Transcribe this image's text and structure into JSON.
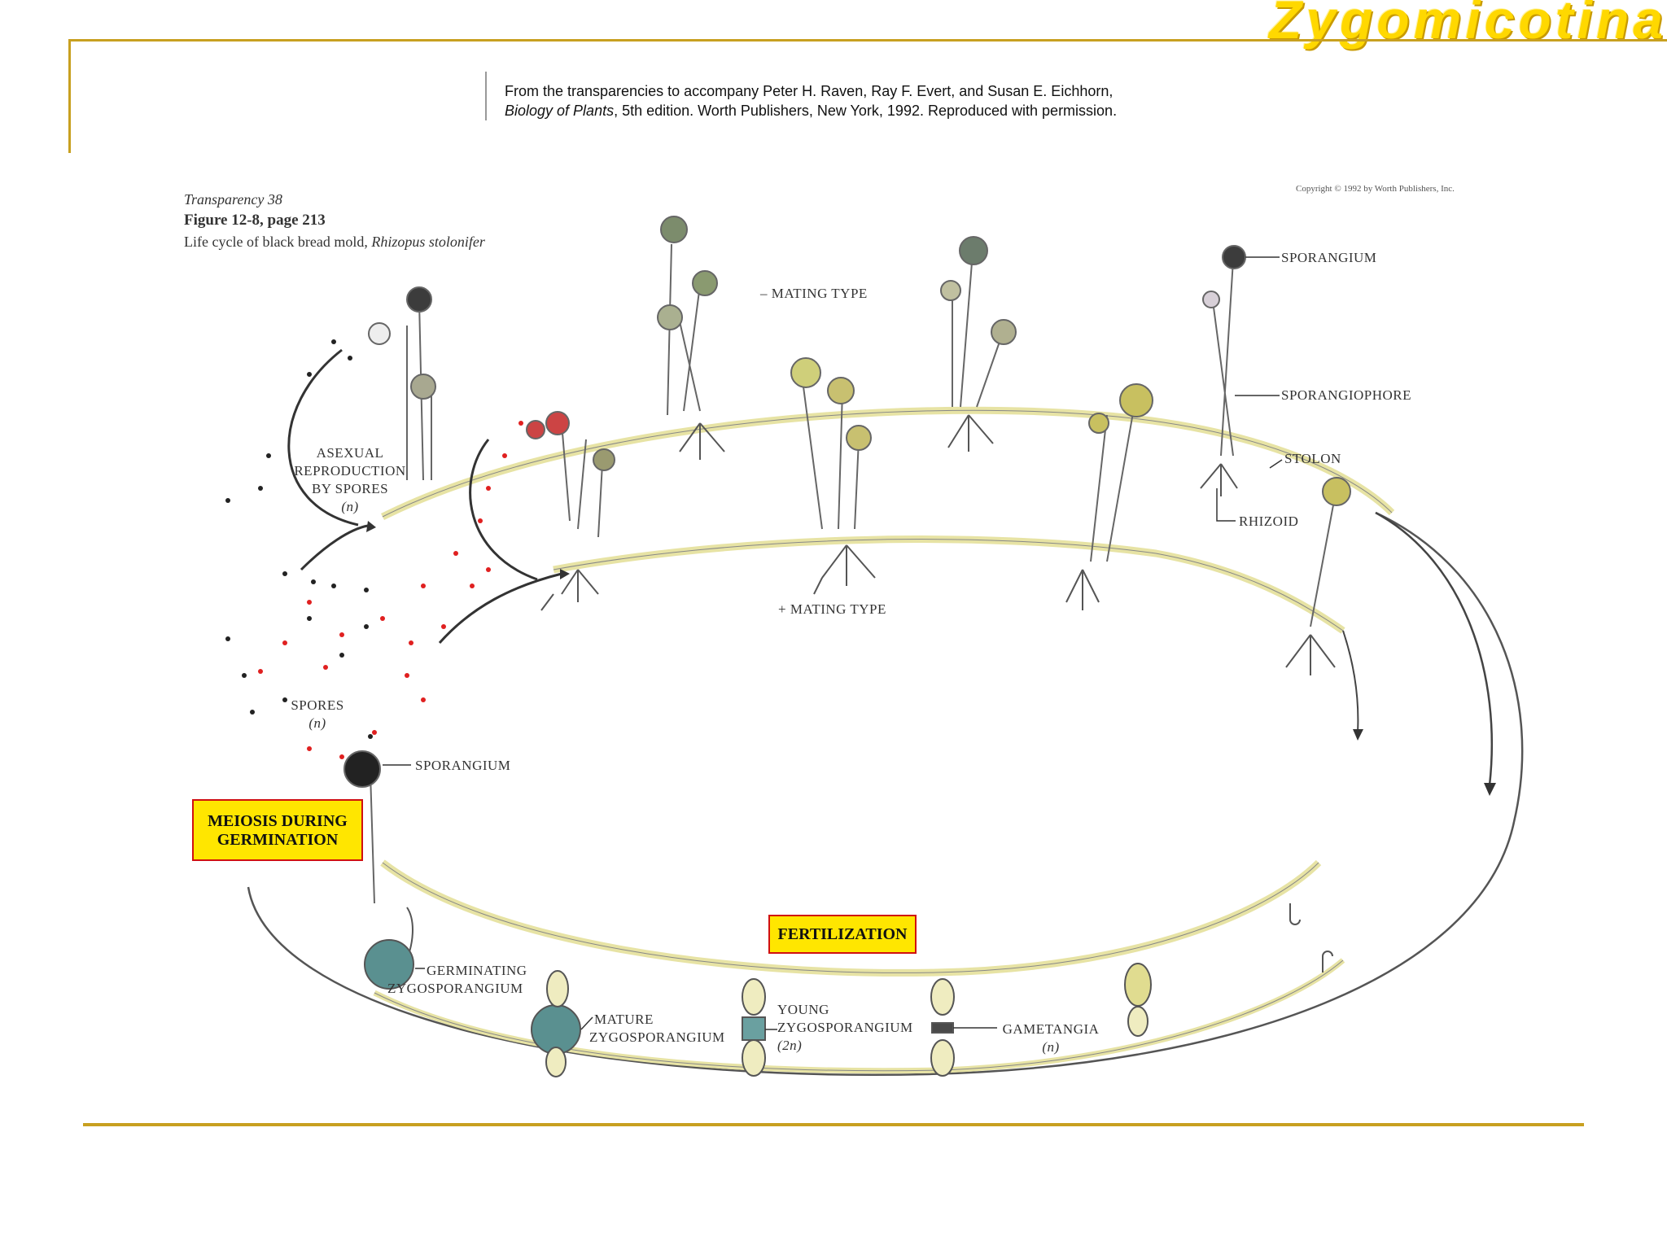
{
  "slide": {
    "title": "Zygomicotina"
  },
  "credit": {
    "line1": "From the transparencies to accompany Peter H. Raven, Ray F. Evert, and Susan E. Eichhorn,",
    "book": "Biology of Plants",
    "line2_rest": ", 5th edition.  Worth Publishers, New York, 1992.  Reproduced with permission."
  },
  "figure": {
    "transparency": "Transparency 38",
    "number": "Figure 12-8, page 213",
    "caption_prefix": "Life cycle of black bread mold, ",
    "caption_species": "Rhizopus stolonifer",
    "copyright": "Copyright © 1992 by Worth Publishers, Inc."
  },
  "labels": {
    "minus_mating": "– MATING TYPE",
    "plus_mating": "+ MATING TYPE",
    "sporangium_top": "SPORANGIUM",
    "sporangiophore": "SPORANGIOPHORE",
    "stolon": "STOLON",
    "rhizoid": "RHIZOID",
    "asexual_1": "ASEXUAL",
    "asexual_2": "REPRODUCTION",
    "asexual_3": "BY SPORES",
    "asexual_4": "(n)",
    "spores_1": "SPORES",
    "spores_2": "(n)",
    "sporangium_bottom": "SPORANGIUM",
    "germinating_1": "GERMINATING",
    "germinating_2": "ZYGOSPORANGIUM",
    "mature_1": "MATURE",
    "mature_2": "ZYGOSPORANGIUM",
    "young_1": "YOUNG",
    "young_2": "ZYGOSPORANGIUM",
    "young_3": "(2n)",
    "gametangia_1": "GAMETANGIA",
    "gametangia_2": "(n)"
  },
  "banners": {
    "meiosis_1": "MEIOSIS DURING",
    "meiosis_2": "GERMINATION",
    "fertilization": "FERTILIZATION"
  },
  "colors": {
    "gold": "#c8a020",
    "title_yellow": "#ffd800",
    "banner_yellow": "#ffe600",
    "banner_red": "#d01010",
    "hypha": "#f4f2bc",
    "spore_red": "#e02020",
    "zygo_teal": "#4a8a8a"
  }
}
